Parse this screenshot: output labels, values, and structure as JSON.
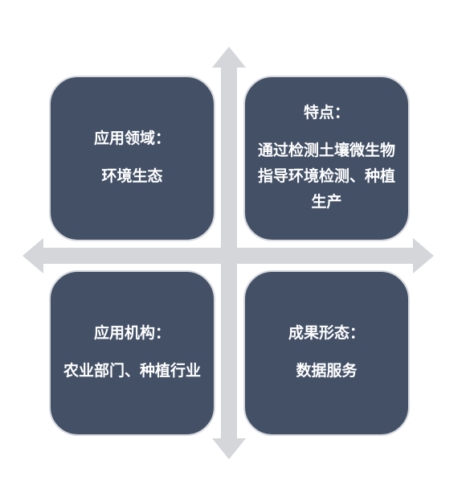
{
  "colors": {
    "box_fill": "#435066",
    "box_border": "#d7d9df",
    "arrow": "#d5d6da",
    "text": "#ffffff"
  },
  "quadrants": {
    "top_left": {
      "title": "应用领域：",
      "body": "环境生态"
    },
    "top_right": {
      "title": "特点：",
      "body": "通过检测土壤微生物指导环境检测、种植生产"
    },
    "bottom_left": {
      "title": "应用机构：",
      "body": "农业部门、种植行业"
    },
    "bottom_right": {
      "title": "成果形态：",
      "body": "数据服务"
    }
  }
}
